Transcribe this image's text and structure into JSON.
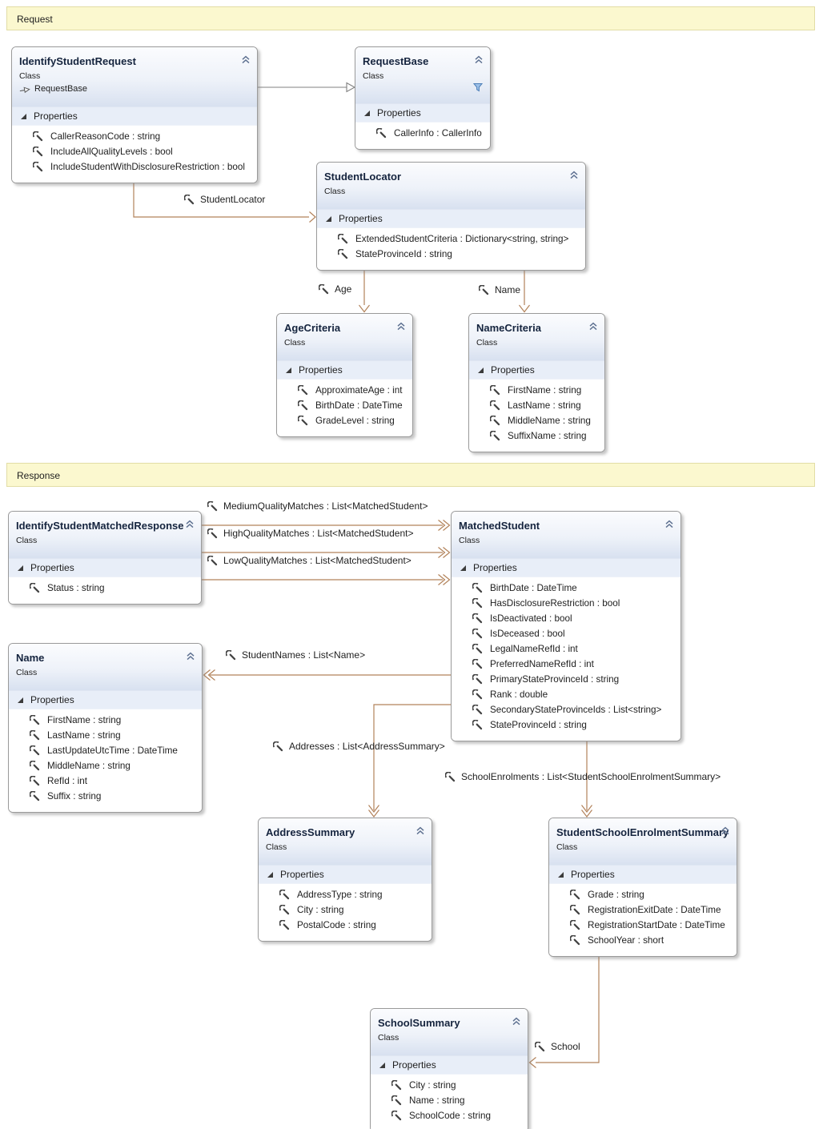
{
  "bands": {
    "request": "Request",
    "response": "Response"
  },
  "shared": {
    "properties_label": "Properties",
    "kind_label": "Class"
  },
  "colors": {
    "association_line": "#b2825a",
    "inheritance_line": "#808080",
    "band_background": "#fbf8cf",
    "header_gradient_bottom": "#d8e1f0",
    "properties_row_background": "#e8eef8",
    "title_text": "#15243e"
  },
  "icons": {
    "property": "wrench-icon",
    "collapse": "collapse-chevron-icon",
    "section_expander": "expander-icon",
    "filter": "filter-icon",
    "base_type": "inheritance-arrow-icon"
  },
  "classes": [
    {
      "id": "identify-student-request",
      "title": "IdentifyStudentRequest",
      "kind": "Class",
      "base": "RequestBase",
      "properties": [
        "CallerReasonCode : string",
        "IncludeAllQualityLevels : bool",
        "IncludeStudentWithDisclosureRestriction : bool"
      ]
    },
    {
      "id": "request-base",
      "title": "RequestBase",
      "kind": "Class",
      "filter_icon": true,
      "properties": [
        "CallerInfo : CallerInfo"
      ]
    },
    {
      "id": "student-locator",
      "title": "StudentLocator",
      "kind": "Class",
      "properties": [
        "ExtendedStudentCriteria : Dictionary<string, string>",
        "StateProvinceId : string"
      ]
    },
    {
      "id": "age-criteria",
      "title": "AgeCriteria",
      "kind": "Class",
      "properties": [
        "ApproximateAge : int",
        "BirthDate : DateTime",
        "GradeLevel : string"
      ]
    },
    {
      "id": "name-criteria",
      "title": "NameCriteria",
      "kind": "Class",
      "properties": [
        "FirstName : string",
        "LastName : string",
        "MiddleName : string",
        "SuffixName : string"
      ]
    },
    {
      "id": "identify-student-matched-response",
      "title": "IdentifyStudentMatchedResponse",
      "kind": "Class",
      "properties": [
        "Status : string"
      ]
    },
    {
      "id": "matched-student",
      "title": "MatchedStudent",
      "kind": "Class",
      "properties": [
        "BirthDate : DateTime",
        "HasDisclosureRestriction : bool",
        "IsDeactivated : bool",
        "IsDeceased : bool",
        "LegalNameRefId : int",
        "PreferredNameRefId : int",
        "PrimaryStateProvinceId : string",
        "Rank : double",
        "SecondaryStateProvinceIds : List<string>",
        "StateProvinceId : string"
      ]
    },
    {
      "id": "name",
      "title": "Name",
      "kind": "Class",
      "properties": [
        "FirstName : string",
        "LastName : string",
        "LastUpdateUtcTime : DateTime",
        "MiddleName : string",
        "RefId : int",
        "Suffix : string"
      ]
    },
    {
      "id": "address-summary",
      "title": "AddressSummary",
      "kind": "Class",
      "properties": [
        "AddressType : string",
        "City : string",
        "PostalCode : string"
      ]
    },
    {
      "id": "student-school-enrolment-summary",
      "title": "StudentSchoolEnrolmentSummary",
      "kind": "Class",
      "properties": [
        "Grade : string",
        "RegistrationExitDate : DateTime",
        "RegistrationStartDate : DateTime",
        "SchoolYear : short"
      ]
    },
    {
      "id": "school-summary",
      "title": "SchoolSummary",
      "kind": "Class",
      "properties": [
        "City : string",
        "Name : string",
        "SchoolCode : string"
      ]
    }
  ],
  "connectors": [
    {
      "id": "inheritance-requestbase",
      "type": "inheritance",
      "label": null
    },
    {
      "id": "student-locator",
      "type": "association",
      "label": "StudentLocator"
    },
    {
      "id": "age",
      "type": "association",
      "label": "Age"
    },
    {
      "id": "name",
      "type": "association",
      "label": "Name"
    },
    {
      "id": "medium-quality-matches",
      "type": "collection-association",
      "label": "MediumQualityMatches : List<MatchedStudent>"
    },
    {
      "id": "high-quality-matches",
      "type": "collection-association",
      "label": "HighQualityMatches : List<MatchedStudent>"
    },
    {
      "id": "low-quality-matches",
      "type": "collection-association",
      "label": "LowQualityMatches : List<MatchedStudent>"
    },
    {
      "id": "student-names",
      "type": "collection-association",
      "label": "StudentNames : List<Name>"
    },
    {
      "id": "addresses",
      "type": "collection-association",
      "label": "Addresses : List<AddressSummary>"
    },
    {
      "id": "school-enrolments",
      "type": "collection-association",
      "label": "SchoolEnrolments : List<StudentSchoolEnrolmentSummary>"
    },
    {
      "id": "school",
      "type": "association",
      "label": "School"
    }
  ]
}
